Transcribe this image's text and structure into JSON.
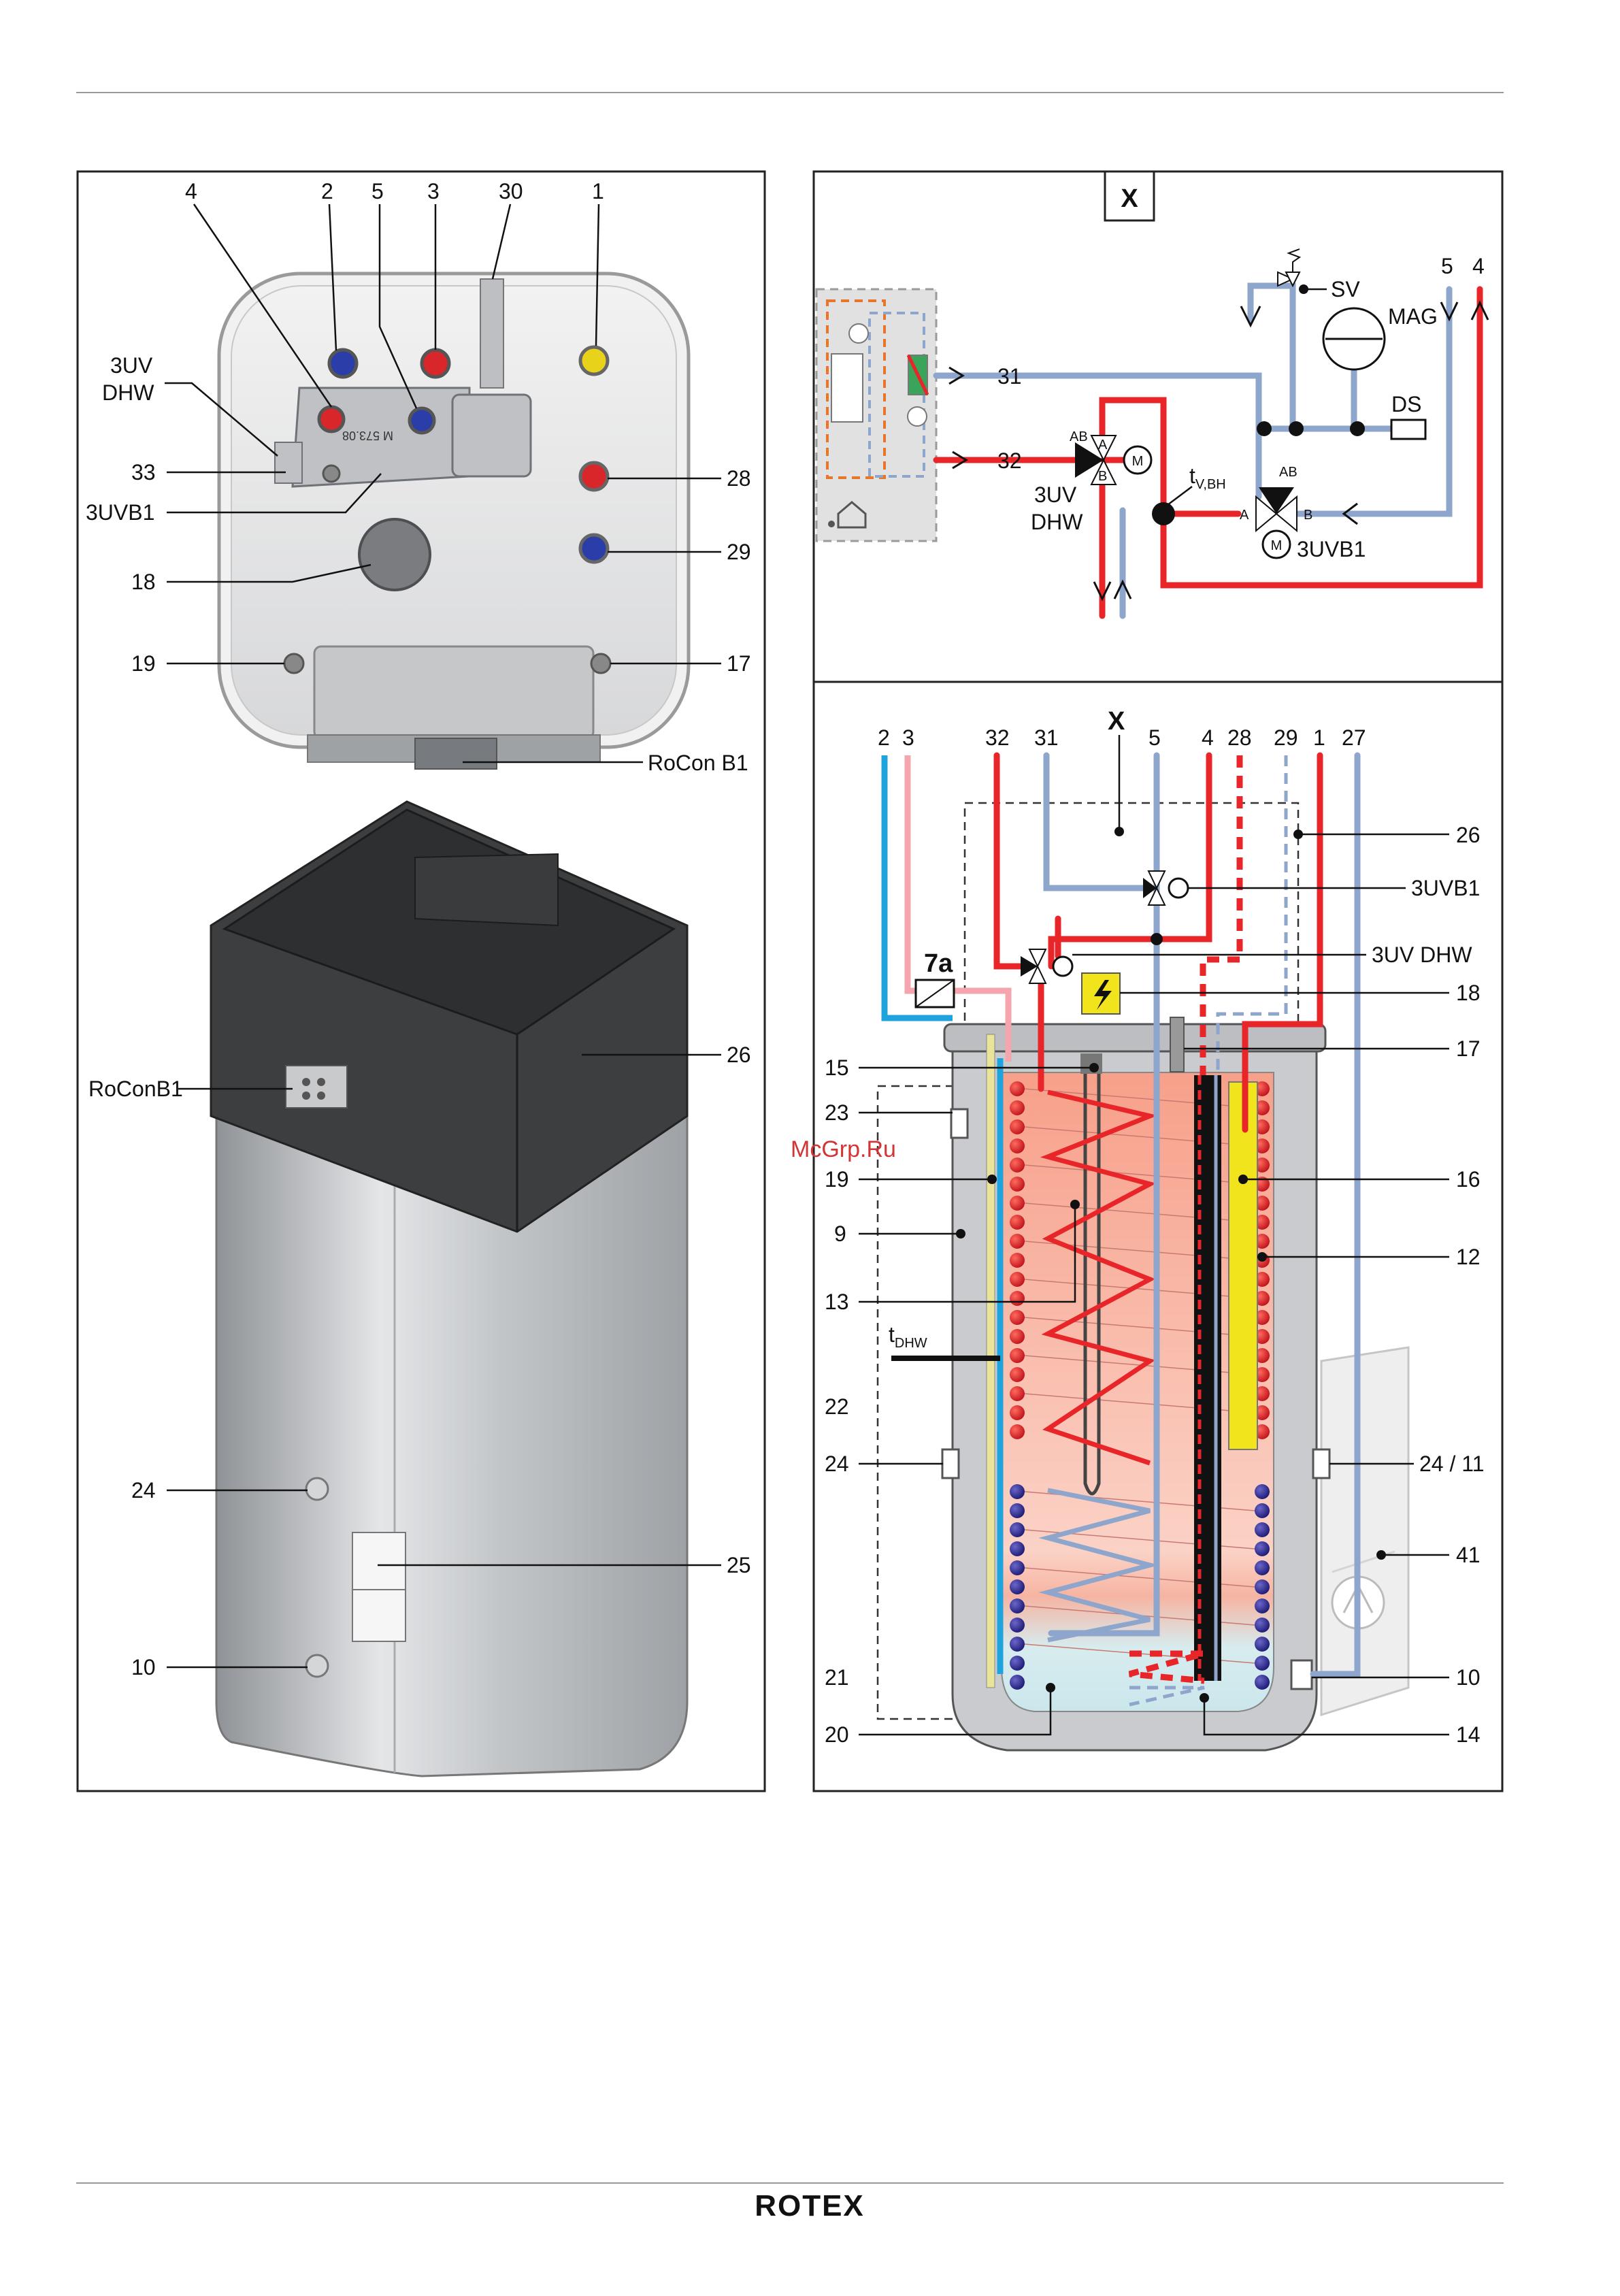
{
  "left_panel": {
    "top_labels": [
      "4",
      "2",
      "5",
      "3",
      "30",
      "1"
    ],
    "side_labels_left": [
      "3UV",
      "DHW",
      "33",
      "3UVB1",
      "18",
      "19"
    ],
    "side_labels_right": [
      "28",
      "29",
      "17",
      "RoCon B1"
    ],
    "valve_mark": "M 573.08",
    "unit_labels_left": [
      "RoConB1",
      "24",
      "10"
    ],
    "unit_labels_right": [
      "26",
      "25"
    ]
  },
  "schematic_x": {
    "title": "X",
    "pipe_labels": [
      "31",
      "32"
    ],
    "valve_3uv_label": [
      "3UV",
      "DHW"
    ],
    "valve_port_ab": "AB",
    "valve_port_a": "A",
    "valve_port_b": "B",
    "motor": "M",
    "sensor_label": "t",
    "sensor_sub": "V,BH",
    "valve_3uvb1_label": "3UVB1",
    "sv_label": "SV",
    "mag_label": "MAG",
    "ds_label": "DS",
    "top_right_labels": [
      "5",
      "4"
    ]
  },
  "tank_section": {
    "top_labels": [
      "2",
      "3",
      "32",
      "31",
      "X",
      "5",
      "4",
      "28",
      "29",
      "1",
      "27"
    ],
    "right_labels": [
      "26",
      "3UVB1",
      "3UV DHW",
      "18",
      "17",
      "16",
      "12",
      "24 / 11",
      "41",
      "10",
      "14"
    ],
    "left_labels": [
      "7a",
      "15",
      "23",
      "19",
      "9",
      "13",
      "t",
      "22",
      "24",
      "21",
      "20"
    ],
    "tdhw_sub": "DHW"
  },
  "watermark": "McGrp.Ru",
  "footer_logo": "ROTEX",
  "colors": {
    "hot": "#e8262a",
    "cold": "#8ea5cc",
    "cyan": "#1fa3dd",
    "pink": "#f4a5ad",
    "tank_gray": "#cfd1d4",
    "heat_zone": "#f6a48e"
  }
}
